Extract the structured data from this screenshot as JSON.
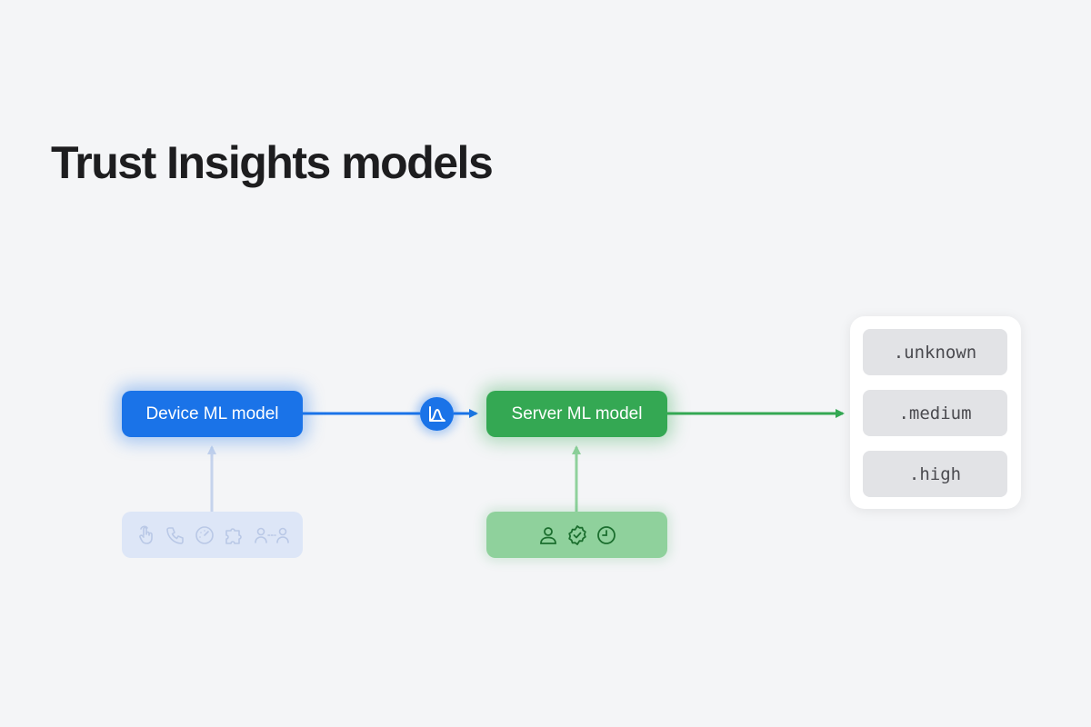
{
  "title": "Trust Insights models",
  "nodes": {
    "device_model": "Device ML model",
    "server_model": "Server ML model"
  },
  "device_signals": {
    "icons": [
      "tap-hand-icon",
      "phone-icon",
      "speedometer-icon",
      "puzzle-icon",
      "people-connection-icon"
    ]
  },
  "server_signals": {
    "icons": [
      "person-icon",
      "verified-badge-icon",
      "clock-icon"
    ]
  },
  "score_icon": "distribution-curve-icon",
  "results": [
    ".unknown",
    ".medium",
    ".high"
  ],
  "colors": {
    "device_blue": "#1a73e8",
    "server_green": "#34a853",
    "background": "#f4f5f7"
  }
}
